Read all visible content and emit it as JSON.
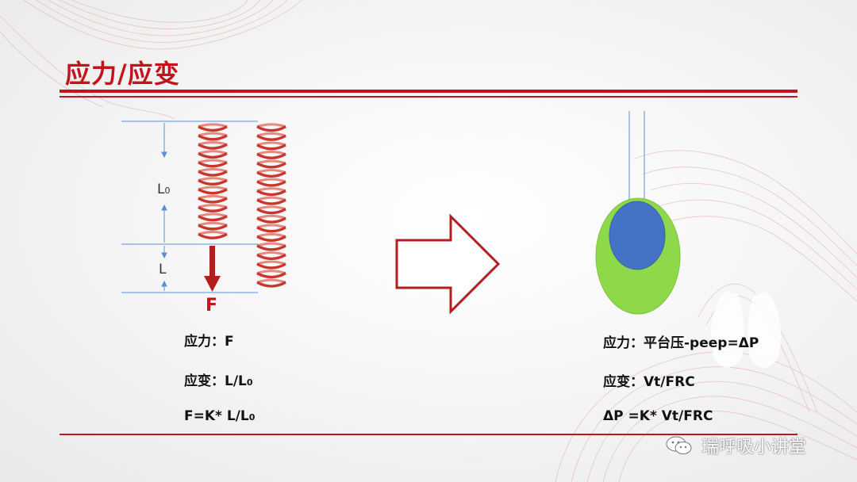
{
  "slide": {
    "title": "应力/应变",
    "labels": {
      "l0": "L",
      "l0_sub": "0",
      "l": "L",
      "force": "F"
    },
    "left_formulas": {
      "stress": "应力：F",
      "strain_main": "应变：L/L",
      "strain_sub": "0",
      "relation_main": "F=K* L/L",
      "relation_sub": "0"
    },
    "right_formulas": {
      "stress": "应力：平台压-peep=ΔP",
      "strain": "应变：Vt/FRC",
      "relation": "ΔP =K* Vt/FRC"
    },
    "watermark": "瑞呼吸小讲堂",
    "colors": {
      "accent": "#c0161b",
      "lung_green": "#8ed94a",
      "lung_blue": "#4472c4",
      "guide_blue": "#5b8fd6",
      "spring_red": "#cc4b42"
    }
  }
}
